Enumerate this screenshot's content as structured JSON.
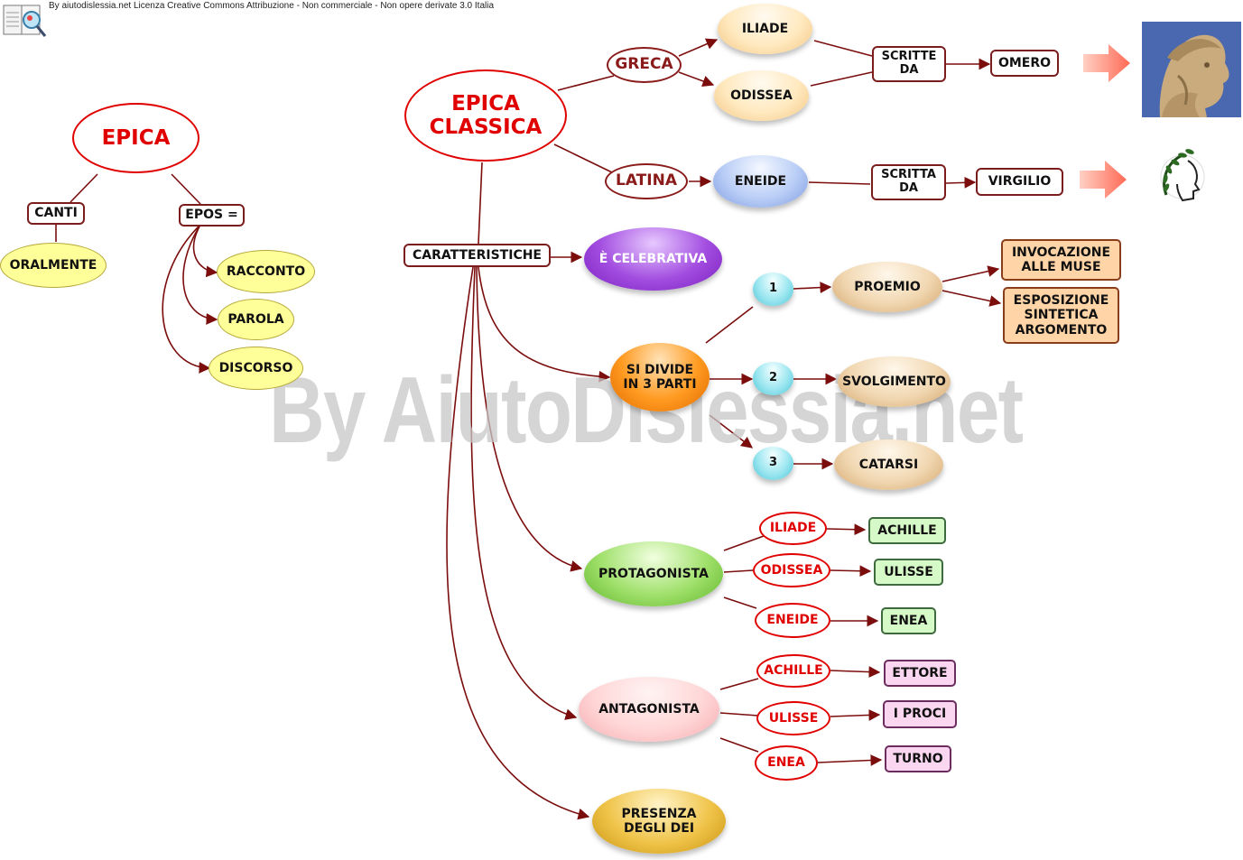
{
  "header": {
    "license_text": "By aiutodislessia.net Licenza Creative Commons Attribuzione - Non commerciale - Non opere derivate 3.0 Italia"
  },
  "watermark": "By AiutoDislessia.net",
  "left_map": {
    "epica": "EPICA",
    "canti": "CANTI",
    "oralmente": "ORALMENTE",
    "epos": "EPOS =",
    "racconto": "RACCONTO",
    "parola": "PAROLA",
    "discorso": "DISCORSO"
  },
  "main_map": {
    "epica_classica_line1": "EPICA",
    "epica_classica_line2": "CLASSICA",
    "greca": "GRECA",
    "latina": "LATINA",
    "iliade": "ILIADE",
    "odissea": "ODISSEA",
    "eneide": "ENEIDE",
    "scritte_da_line1": "SCRITTE",
    "scritte_da_line2": "DA",
    "scritta_da_line1": "SCRITTA",
    "scritta_da_line2": "DA",
    "omero": "OMERO",
    "virgilio": "VIRGILIO",
    "caratteristiche": "CARATTERISTICHE",
    "celebrativa": "È CELEBRATIVA",
    "si_divide_line1": "SI DIVIDE",
    "si_divide_line2": "IN 3 PARTI",
    "num1": "1",
    "num2": "2",
    "num3": "3",
    "proemio": "PROEMIO",
    "svolgimento": "SVOLGIMENTO",
    "catarsi": "CATARSI",
    "invocazione_line1": "INVOCAZIONE",
    "invocazione_line2": "ALLE MUSE",
    "esposizione_line1": "ESPOSIZIONE",
    "esposizione_line2": "SINTETICA",
    "esposizione_line3": "ARGOMENTO",
    "protagonista": "PROTAGONISTA",
    "prot_iliade": "ILIADE",
    "prot_odissea": "ODISSEA",
    "prot_eneide": "ENEIDE",
    "achille": "ACHILLE",
    "ulisse": "ULISSE",
    "enea": "ENEA",
    "antagonista": "ANTAGONISTA",
    "ant_achille": "ACHILLE",
    "ant_ulisse": "ULISSE",
    "ant_enea": "ENEA",
    "ettore": "ETTORE",
    "i_proci": "I PROCI",
    "turno": "TURNO",
    "presenza_line1": "PRESENZA",
    "presenza_line2": "DEGLI DEI"
  },
  "colors": {
    "line": "#7b0d0d",
    "title_red": "#e00000",
    "arrow_salmon": "#ff7b6b"
  },
  "icons": [
    "book-logo-icon",
    "big-arrow-icon",
    "homer-portrait-icon",
    "laurel-profile-icon"
  ]
}
